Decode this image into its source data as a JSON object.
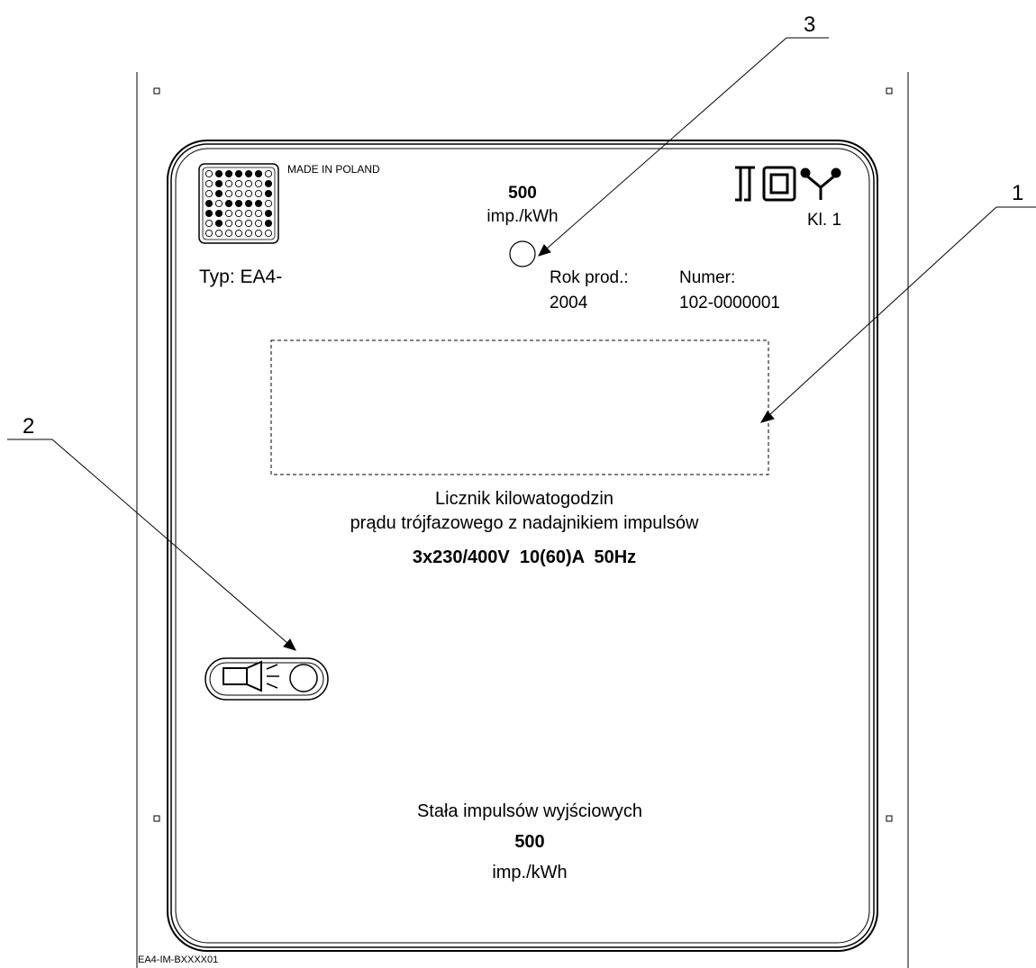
{
  "plate": {
    "made_in": "MADE IN POLAND",
    "constant_top": {
      "value": "500",
      "unit": "imp./kWh"
    },
    "class": "Kl. 1",
    "type": "Typ: EA4-",
    "year_label": "Rok prod.:",
    "year_value": "2004",
    "number_label": "Numer:",
    "number_value": "102-0000001",
    "description_line1": "Licznik kilowatogodzin",
    "description_line2": "prądu trójfazowego z nadajnikiem impulsów",
    "rating": "3x230/400V  10(60)A  50Hz",
    "output_label": "Stała impulsów wyjściowych",
    "output_value": "500",
    "output_unit": "imp./kWh"
  },
  "callouts": {
    "c1": "1",
    "c2": "2",
    "c3": "3"
  },
  "drawing_code": "EA4-IM-BXXXX01"
}
